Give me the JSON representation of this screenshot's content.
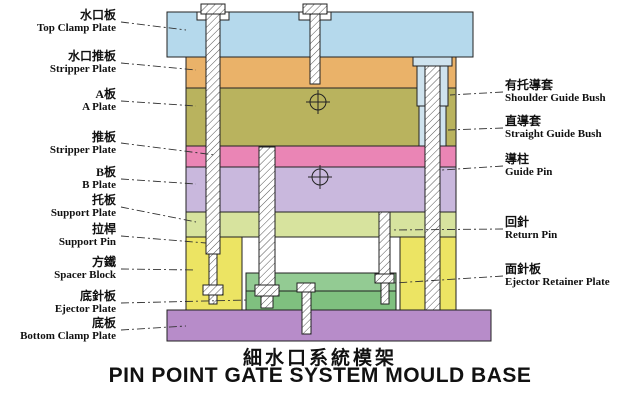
{
  "title": {
    "chinese": "細水口系統模架",
    "english": "PIN POINT GATE SYSTEM MOULD BASE"
  },
  "left_labels": [
    {
      "cn": "水口板",
      "en": "Top Clamp Plate"
    },
    {
      "cn": "水口推板",
      "en": "Stripper Plate"
    },
    {
      "cn": "A板",
      "en": "A Plate"
    },
    {
      "cn": "推板",
      "en": "Stripper Plate"
    },
    {
      "cn": "B板",
      "en": "B Plate"
    },
    {
      "cn": "托板",
      "en": "Support Plate"
    },
    {
      "cn": "拉桿",
      "en": "Support Pin"
    },
    {
      "cn": "方鐵",
      "en": "Spacer Block"
    },
    {
      "cn": "底針板",
      "en": "Ejector Plate"
    },
    {
      "cn": "底板",
      "en": "Bottom Clamp Plate"
    }
  ],
  "right_labels": [
    {
      "cn": "有托導套",
      "en": "Shoulder Guide Bush"
    },
    {
      "cn": "直導套",
      "en": "Straight Guide Bush"
    },
    {
      "cn": "導柱",
      "en": "Guide Pin"
    },
    {
      "cn": "回針",
      "en": "Return Pin"
    },
    {
      "cn": "面針板",
      "en": "Ejector Retainer Plate"
    }
  ],
  "colors": {
    "top_clamp": "#b5d9ec",
    "stripper_top": "#eab269",
    "a_plate": "#b9b35e",
    "stripper_pink": "#ea85b5",
    "b_plate": "#c9b8dd",
    "support_plate": "#d7e39e",
    "spacer_block": "#ece463",
    "ejector_retainer": "#93cb93",
    "ejector_plate": "#7fc07f",
    "bottom_clamp": "#b78cc9",
    "bush": "#cfe3ee"
  }
}
